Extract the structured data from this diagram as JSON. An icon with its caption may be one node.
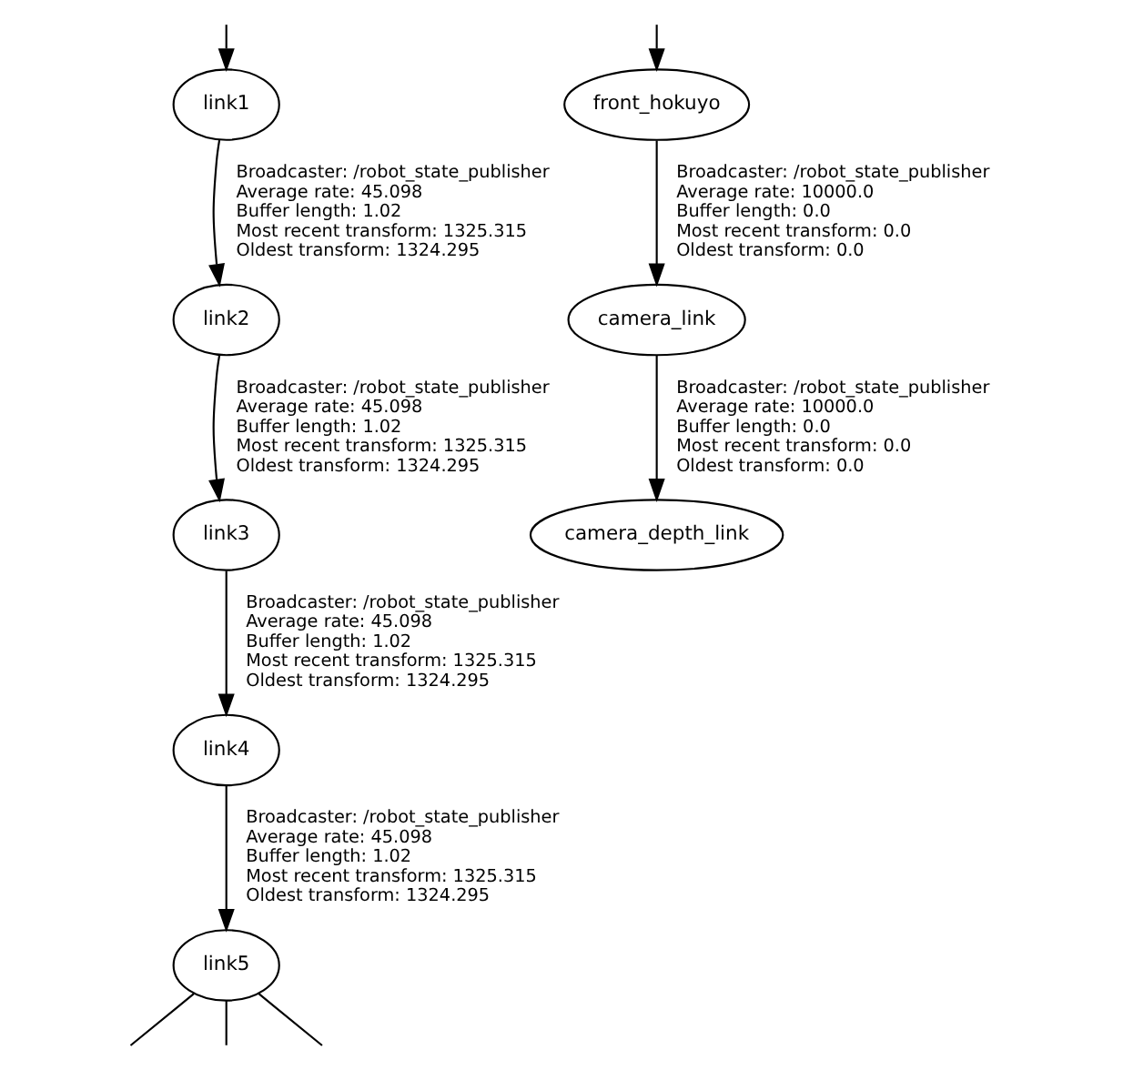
{
  "diagram": {
    "nodes": [
      {
        "text": [
          "link1"
        ]
      },
      {
        "text": [
          "link2"
        ]
      },
      {
        "text": [
          "link3"
        ]
      },
      {
        "text": [
          "link4"
        ]
      },
      {
        "text": [
          "link5"
        ]
      },
      {
        "text": [
          "front_hokuyo"
        ]
      },
      {
        "text": [
          "camera_link"
        ]
      },
      {
        "text": [
          "camera_depth_link"
        ]
      }
    ],
    "edges": [
      {
        "from": null,
        "to": 0,
        "arrow": "to"
      },
      {
        "from": null,
        "to": 5,
        "arrow": "to"
      },
      {
        "from": 0,
        "to": 1,
        "arrow": "to",
        "label": "Broadcaster: /robot_state_publisher Average rate: 45.098 Buffer length: 1.02 Most recent transform: 1325.315 Oldest transform: 1324.295"
      },
      {
        "from": 5,
        "to": 6,
        "arrow": "to",
        "label": "Broadcaster: /robot_state_publisher Average rate: 10000.0 Buffer length: 0.0 Most recent transform: 0.0 Oldest transform: 0.0"
      },
      {
        "from": 1,
        "to": 2,
        "arrow": "to",
        "label": "Broadcaster: /robot_state_publisher Average rate: 45.098 Buffer length: 1.02 Most recent transform: 1325.315 Oldest transform: 1324.295"
      },
      {
        "from": 6,
        "to": 7,
        "arrow": "to",
        "label": "Broadcaster: /robot_state_publisher Average rate: 10000.0 Buffer length: 0.0 Most recent transform: 0.0 Oldest transform: 0.0"
      },
      {
        "from": 2,
        "to": 3,
        "arrow": "to",
        "label": "Broadcaster: /robot_state_publisher Average rate: 45.098 Buffer length: 1.02 Most recent transform: 1325.315 Oldest transform: 1324.295"
      },
      {
        "from": 3,
        "to": 4,
        "arrow": "to",
        "label": "Broadcaster: /robot_state_publisher Average rate: 45.098 Buffer length: 1.02 Most recent transform: 1325.315 Oldest transform: 1324.295"
      },
      {
        "from": 4,
        "to": null,
        "arrow": "none"
      },
      {
        "from": 4,
        "to": null,
        "arrow": "none"
      },
      {
        "from": 4,
        "to": null,
        "arrow": "none"
      }
    ]
  }
}
